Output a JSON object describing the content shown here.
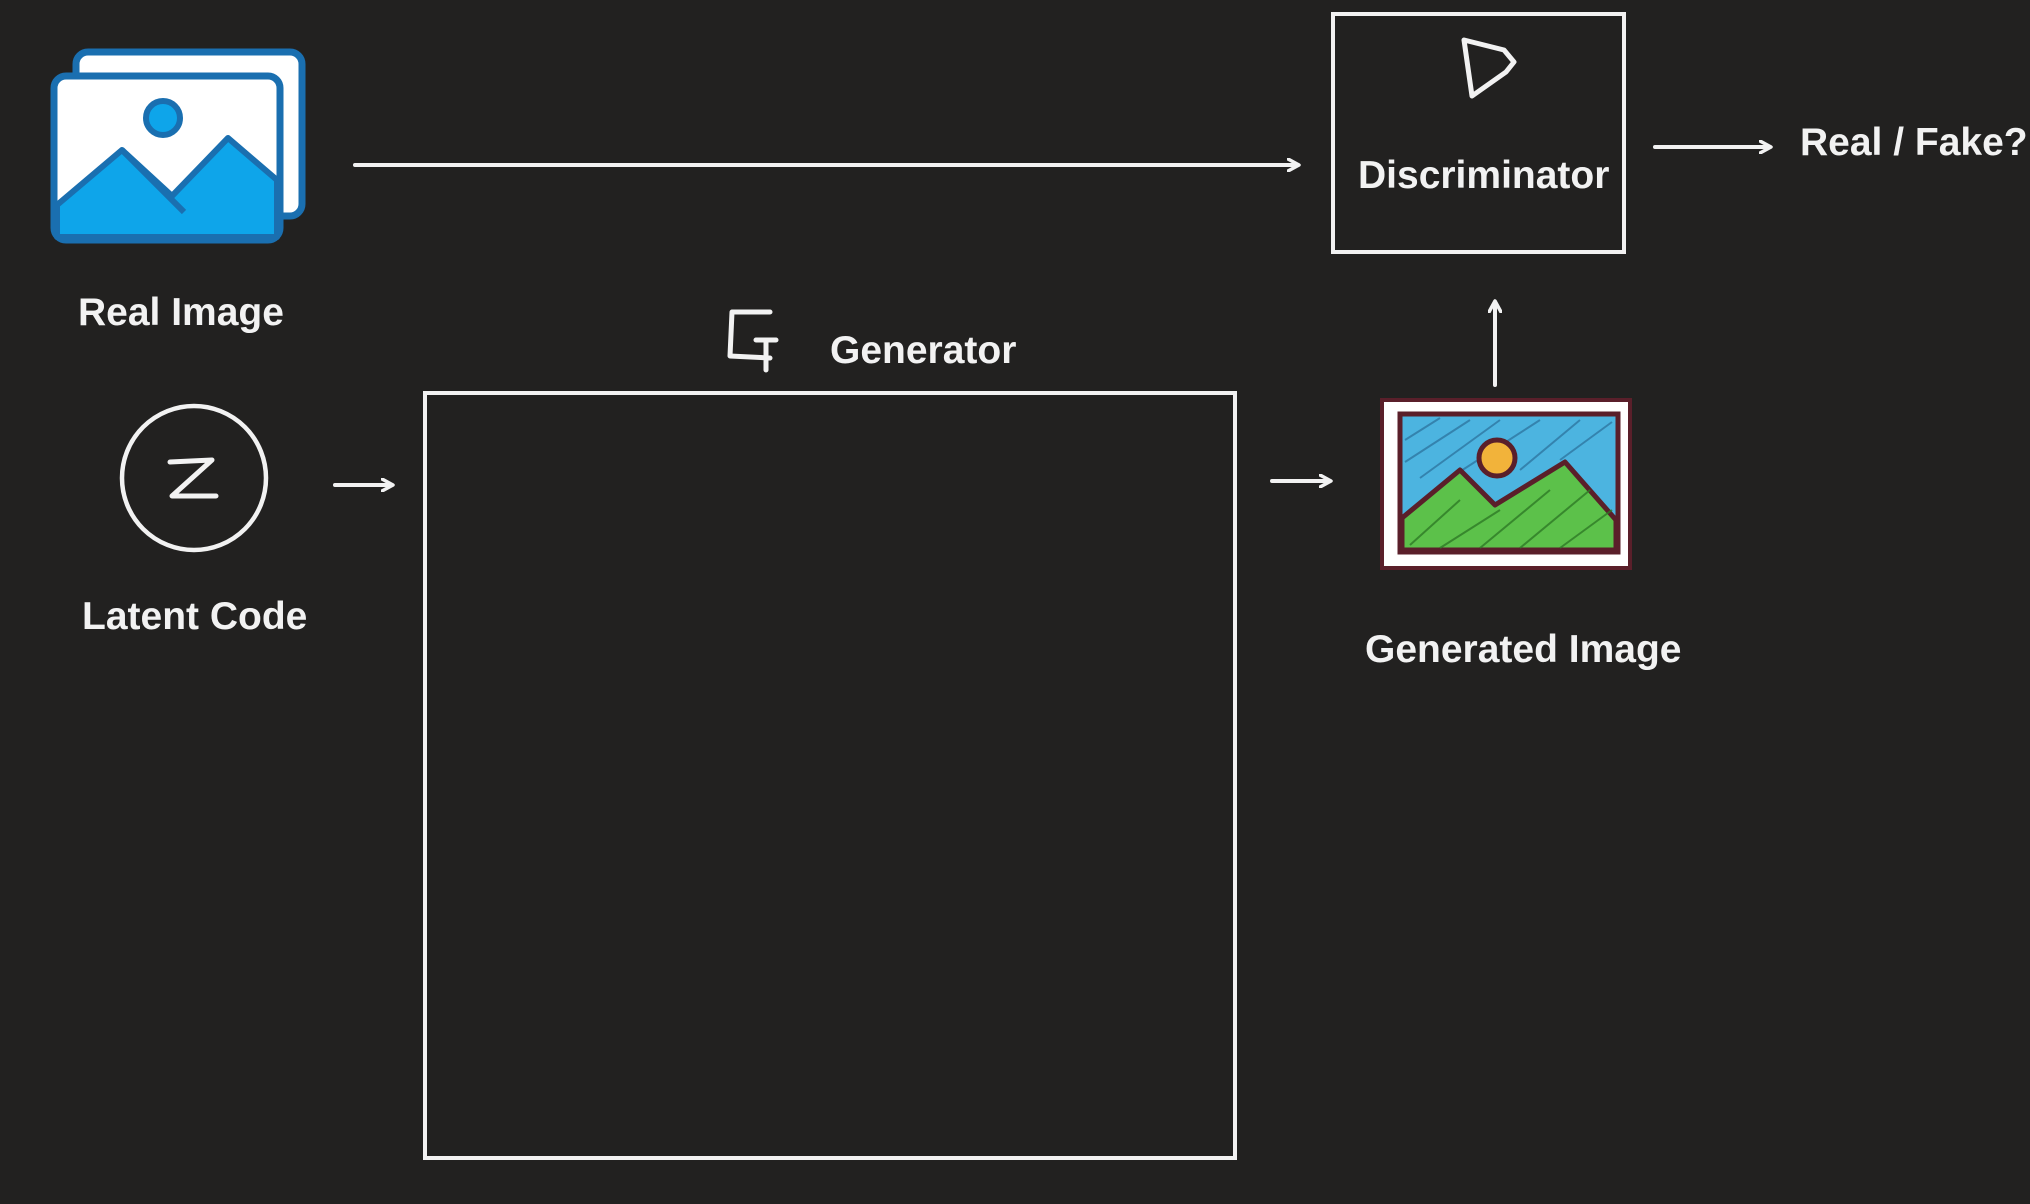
{
  "labels": {
    "real_image": "Real Image",
    "latent_code": "Latent Code",
    "generator": "Generator",
    "generated_image": "Generated Image",
    "discriminator": "Discriminator",
    "output": "Real / Fake?"
  },
  "symbols": {
    "latent": "Z",
    "generator": "G",
    "discriminator": "D"
  },
  "icons": {
    "real_image": "image-gallery-icon",
    "generated_image": "sketched-landscape-icon"
  },
  "colors": {
    "background": "#222120",
    "stroke": "#f2f2f2",
    "real_image_fill": "#0ea5ea",
    "real_image_border": "#1a6fb0",
    "generated_sky": "#4cb4e0",
    "generated_grass": "#5cc14a",
    "generated_sun": "#f2b33a",
    "generated_frame": "#5a1f2a"
  }
}
